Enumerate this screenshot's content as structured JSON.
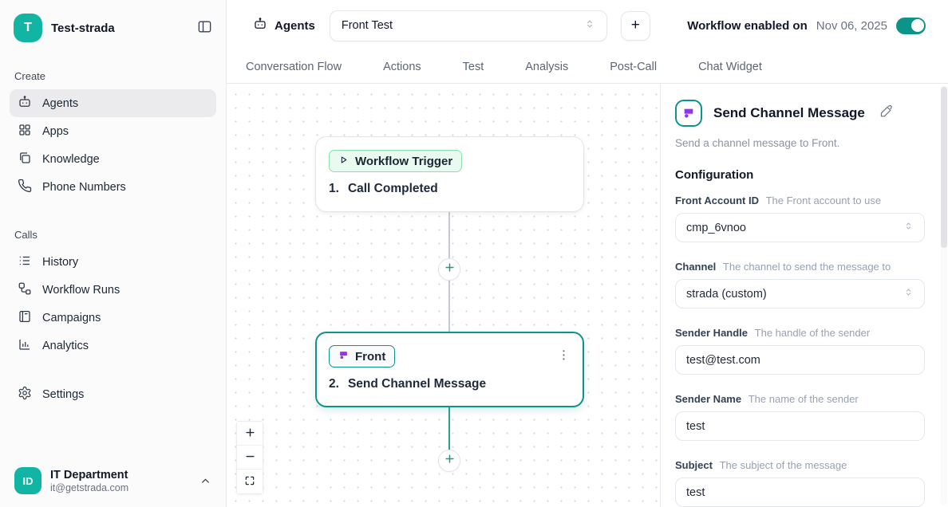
{
  "sidebar": {
    "workspace": {
      "name": "Test-strada",
      "avatar_initial": "T"
    },
    "sections": [
      {
        "label": "Create",
        "items": [
          {
            "label": "Agents",
            "icon": "robot-icon",
            "active": true
          },
          {
            "label": "Apps",
            "icon": "grid-icon",
            "active": false
          },
          {
            "label": "Knowledge",
            "icon": "pages-icon",
            "active": false
          },
          {
            "label": "Phone Numbers",
            "icon": "phone-icon",
            "active": false
          }
        ]
      },
      {
        "label": "Calls",
        "items": [
          {
            "label": "History",
            "icon": "list-icon",
            "active": false
          },
          {
            "label": "Workflow Runs",
            "icon": "workflow-icon",
            "active": false
          },
          {
            "label": "Campaigns",
            "icon": "campaign-icon",
            "active": false
          },
          {
            "label": "Analytics",
            "icon": "bar-chart-icon",
            "active": false
          }
        ]
      }
    ],
    "settings_label": "Settings",
    "user": {
      "name": "IT Department",
      "email": "it@getstrada.com",
      "avatar_initials": "ID"
    }
  },
  "topbar": {
    "context_label": "Agents",
    "agent_select_value": "Front Test",
    "add_button_label": "+",
    "workflow_status_text": "Workflow enabled on",
    "workflow_status_date": "Nov 06, 2025",
    "toggle_state": "on"
  },
  "tabs": [
    {
      "label": "Conversation Flow"
    },
    {
      "label": "Actions"
    },
    {
      "label": "Test"
    },
    {
      "label": "Analysis"
    },
    {
      "label": "Post-Call"
    },
    {
      "label": "Chat Widget"
    }
  ],
  "canvas": {
    "nodes": [
      {
        "badge": "Workflow Trigger",
        "badge_icon": "play-icon",
        "step_number": "1.",
        "title": "Call Completed",
        "selected": false
      },
      {
        "badge": "Front",
        "badge_icon": "front-logo-icon",
        "step_number": "2.",
        "title": "Send Channel Message",
        "selected": true
      }
    ],
    "zoom_controls": {
      "zoom_in": "zoom-in",
      "zoom_out": "zoom-out",
      "fit_view": "fit-view"
    }
  },
  "panel": {
    "title": "Send Channel Message",
    "description": "Send a channel message to Front.",
    "section_heading": "Configuration",
    "fields": [
      {
        "label": "Front Account ID",
        "hint": "The Front account to use",
        "value": "cmp_6vnoo",
        "type": "select"
      },
      {
        "label": "Channel",
        "hint": "The channel to send the message to",
        "value": "strada (custom)",
        "type": "select"
      },
      {
        "label": "Sender Handle",
        "hint": "The handle of the sender",
        "value": "test@test.com",
        "type": "input"
      },
      {
        "label": "Sender Name",
        "hint": "The name of the sender",
        "value": "test",
        "type": "input"
      },
      {
        "label": "Subject",
        "hint": "The subject of the message",
        "value": "test",
        "type": "input"
      }
    ]
  },
  "colors": {
    "accent_teal": "#0d9488",
    "avatar_teal": "#12b5a3",
    "front_purple": "#9333ea",
    "trigger_badge_bg": "#e9fbf1",
    "trigger_badge_border": "#8be0ae",
    "connector_teal": "#2ba193",
    "connector_gray": "#c6cad0"
  }
}
